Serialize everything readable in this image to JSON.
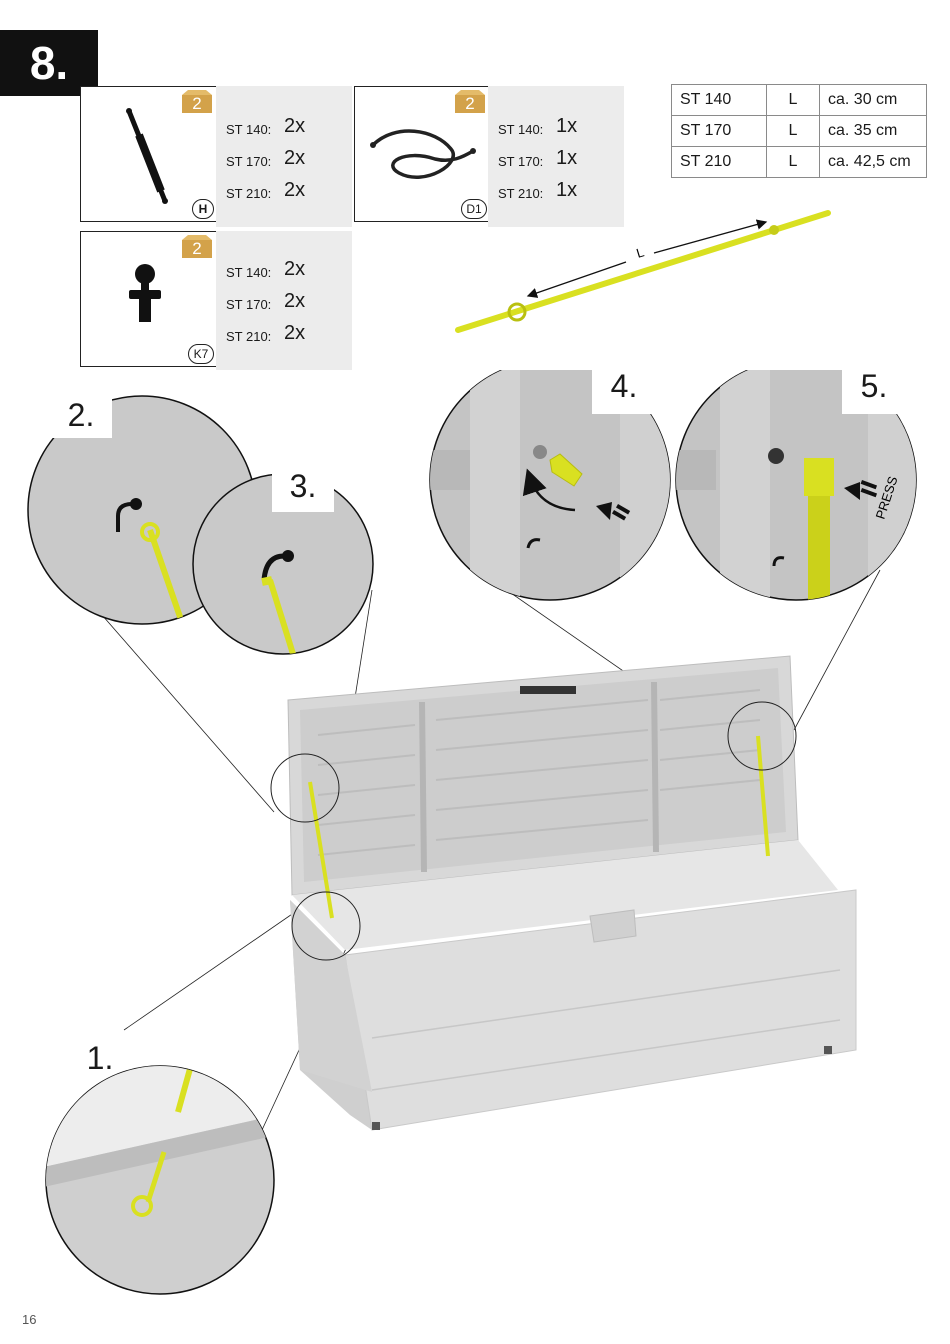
{
  "step": {
    "number": "8."
  },
  "parts": [
    {
      "code": "H",
      "badge": "2",
      "rows": [
        {
          "model": "ST 140:",
          "qty": "2x"
        },
        {
          "model": "ST 170:",
          "qty": "2x"
        },
        {
          "model": "ST 210:",
          "qty": "2x"
        }
      ]
    },
    {
      "code": "D1",
      "badge": "2",
      "rows": [
        {
          "model": "ST 140:",
          "qty": "1x"
        },
        {
          "model": "ST 170:",
          "qty": "1x"
        },
        {
          "model": "ST 210:",
          "qty": "1x"
        }
      ]
    },
    {
      "code": "K7",
      "badge": "2",
      "rows": [
        {
          "model": "ST 140:",
          "qty": "2x"
        },
        {
          "model": "ST 170:",
          "qty": "2x"
        },
        {
          "model": "ST 210:",
          "qty": "2x"
        }
      ]
    }
  ],
  "length_table": [
    {
      "model": "ST 140",
      "dim": "L",
      "value": "ca. 30 cm"
    },
    {
      "model": "ST 170",
      "dim": "L",
      "value": "ca. 35 cm"
    },
    {
      "model": "ST 210",
      "dim": "L",
      "value": "ca. 42,5 cm"
    }
  ],
  "cord_diagram": {
    "label": "L"
  },
  "callouts": [
    {
      "number": "1."
    },
    {
      "number": "2."
    },
    {
      "number": "3."
    },
    {
      "number": "4."
    },
    {
      "number": "5.",
      "press_label": "PRESS"
    }
  ],
  "colors": {
    "accent": "#d9e021",
    "box_grey": "#dcdcdc",
    "box_dark": "#c6c6c6",
    "panel": "#ececec"
  },
  "page": {
    "number": "16"
  }
}
